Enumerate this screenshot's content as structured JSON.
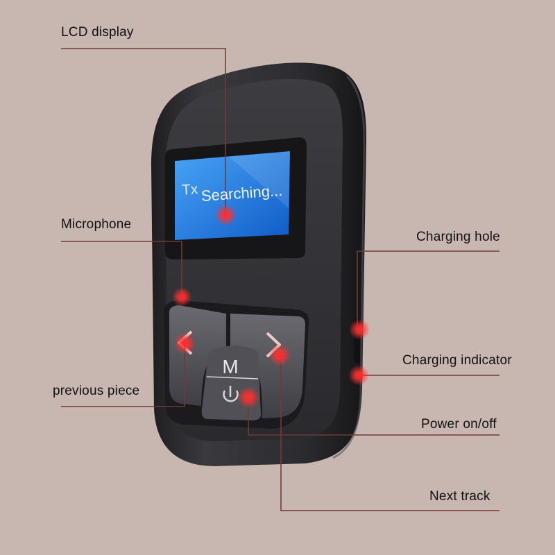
{
  "screen": {
    "tx": "Tx",
    "status": "Searching..."
  },
  "buttons": {
    "mode": "M"
  },
  "labels": {
    "lcd_display": "LCD display",
    "microphone": "Microphone",
    "previous_piece": "previous piece",
    "charging_hole": "Charging hole",
    "charging_indicator": "Charging indicator",
    "power_onoff": "Power on/off",
    "next_track": "Next track"
  },
  "colors": {
    "background": "#c8b6b1",
    "leader_line": "#6e3c34",
    "marker": "#e8262a",
    "screen": "#1f7fe0",
    "body": "#2b2b2e"
  },
  "icons": [
    "chevron-left-icon",
    "chevron-right-icon",
    "power-icon"
  ]
}
